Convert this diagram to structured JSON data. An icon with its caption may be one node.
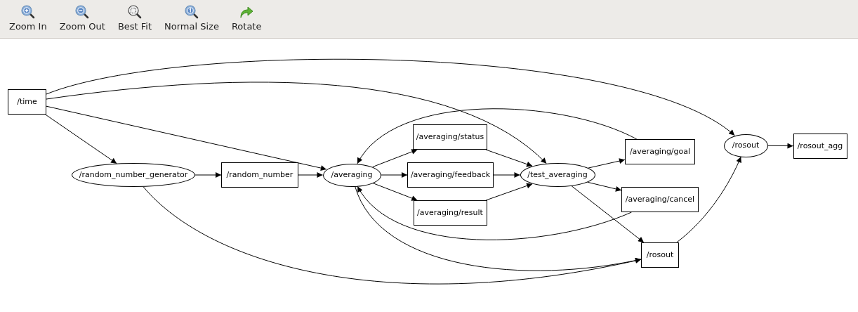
{
  "diagram": {
    "nodes": [
      {
        "text": [
          "/time"
        ]
      },
      {
        "text": [
          "/random_number_generator"
        ]
      },
      {
        "text": [
          "/random_number"
        ]
      },
      {
        "text": [
          "/averaging"
        ]
      },
      {
        "text": [
          "/averaging/status"
        ]
      },
      {
        "text": [
          "/averaging/feedback"
        ]
      },
      {
        "text": [
          "/averaging/result"
        ]
      },
      {
        "text": [
          "/test_averaging"
        ]
      },
      {
        "text": [
          "/averaging/goal"
        ]
      },
      {
        "text": [
          "/averaging/cancel"
        ]
      },
      {
        "text": [
          "/rosout"
        ]
      },
      {
        "text": [
          "/rosout"
        ]
      },
      {
        "text": [
          "/rosout_agg"
        ]
      }
    ],
    "edges": [
      {
        "from": 0,
        "to": 11,
        "arrow": "to"
      },
      {
        "from": 0,
        "to": 7,
        "arrow": "to"
      },
      {
        "from": 0,
        "to": 1,
        "arrow": "to"
      },
      {
        "from": 0,
        "to": 3,
        "arrow": "to"
      },
      {
        "from": 1,
        "to": 2,
        "arrow": "to"
      },
      {
        "from": 2,
        "to": 3,
        "arrow": "to"
      },
      {
        "from": 1,
        "to": 10,
        "arrow": "to"
      },
      {
        "from": 3,
        "to": 4,
        "arrow": "to"
      },
      {
        "from": 3,
        "to": 5,
        "arrow": "to"
      },
      {
        "from": 3,
        "to": 6,
        "arrow": "to"
      },
      {
        "from": 4,
        "to": 7,
        "arrow": "to"
      },
      {
        "from": 5,
        "to": 7,
        "arrow": "to"
      },
      {
        "from": 6,
        "to": 7,
        "arrow": "to"
      },
      {
        "from": 7,
        "to": 8,
        "arrow": "to"
      },
      {
        "from": 7,
        "to": 9,
        "arrow": "to"
      },
      {
        "from": 7,
        "to": 10,
        "arrow": "to"
      },
      {
        "from": 8,
        "to": 3,
        "arrow": "to"
      },
      {
        "from": 9,
        "to": 3,
        "arrow": "to"
      },
      {
        "from": 3,
        "to": 10,
        "arrow": "to"
      },
      {
        "from": 10,
        "to": 11,
        "arrow": "to"
      },
      {
        "from": 11,
        "to": 12,
        "arrow": "to"
      }
    ],
    "labels": [
      "Zoom In",
      "Zoom Out",
      "Best Fit",
      "Normal Size",
      "Rotate"
    ]
  }
}
